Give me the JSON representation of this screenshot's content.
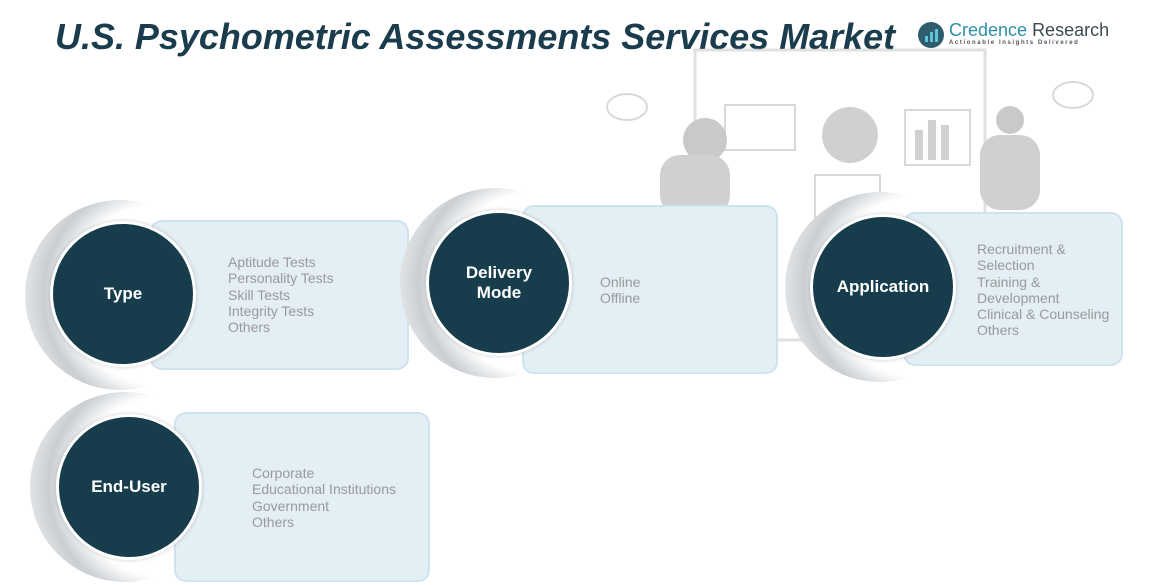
{
  "title": "U.S. Psychometric Assessments Services Market",
  "logo": {
    "name_part1": "Credence",
    "name_part2": "Research",
    "tagline": "Actionable Insights Delivered"
  },
  "segments": [
    {
      "label": "Type",
      "items": [
        "Aptitude Tests",
        "Personality Tests",
        "Skill Tests",
        "Integrity Tests",
        "Others"
      ]
    },
    {
      "label": "Delivery Mode",
      "items": [
        "Online",
        "Offline"
      ]
    },
    {
      "label": "Application",
      "items": [
        "Recruitment &",
        "Selection",
        "Training &",
        "Development",
        "Clinical & Counseling",
        "Others"
      ]
    },
    {
      "label": "End-User",
      "items": [
        "Corporate",
        "Educational Institutions",
        "Government",
        "Others"
      ]
    }
  ],
  "colors": {
    "circle": "#173c4b",
    "box": "#e3eef5",
    "title": "#1b3c4c",
    "item_text": "#9a9a9a"
  }
}
